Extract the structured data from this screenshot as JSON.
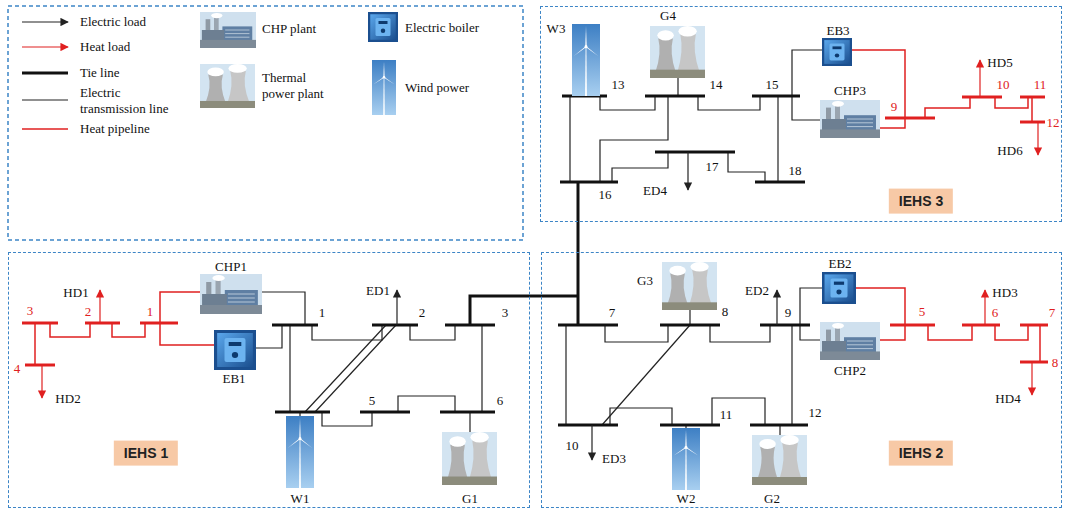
{
  "diagram": {
    "nodes": [
      {
        "text": [
          "IEHS 3"
        ]
      },
      {
        "text": [
          "IEHS 1"
        ]
      },
      {
        "text": [
          "IEHS 2"
        ]
      }
    ],
    "edges": [
      {
        "from": 1,
        "to": 2,
        "arrow": "none"
      },
      {
        "from": 0,
        "to": 2,
        "arrow": "none"
      }
    ],
    "labels": [
      "W3",
      "G4",
      "13",
      "14",
      "15",
      "EB3",
      "CHP3",
      "9",
      "HD5",
      "10",
      "11",
      "HD6",
      "12",
      "16",
      "ED4",
      "17",
      "18",
      "HD1",
      "CHP1",
      "3",
      "2",
      "1",
      "ED1",
      "1",
      "2",
      "3",
      "4",
      "EB1",
      "HD2",
      "5",
      "6",
      "W1",
      "G1",
      "G3",
      "ED2",
      "EB2",
      "7",
      "8",
      "9",
      "5",
      "HD3",
      "6",
      "7",
      "CHP2",
      "8",
      "HD4",
      "10",
      "ED3",
      "11",
      "12",
      "W2",
      "G2"
    ],
    "legend": [
      {
        "text": "Electric load"
      },
      {
        "text": "Heat load"
      },
      {
        "text": "Tie line"
      },
      {
        "text": "Electric transmission line"
      },
      {
        "text": "Heat pipeline"
      },
      {
        "text": "CHP plant"
      },
      {
        "text": "Thermal power plant"
      },
      {
        "text": "Electric boiler"
      },
      {
        "text": "Wind power"
      }
    ]
  }
}
